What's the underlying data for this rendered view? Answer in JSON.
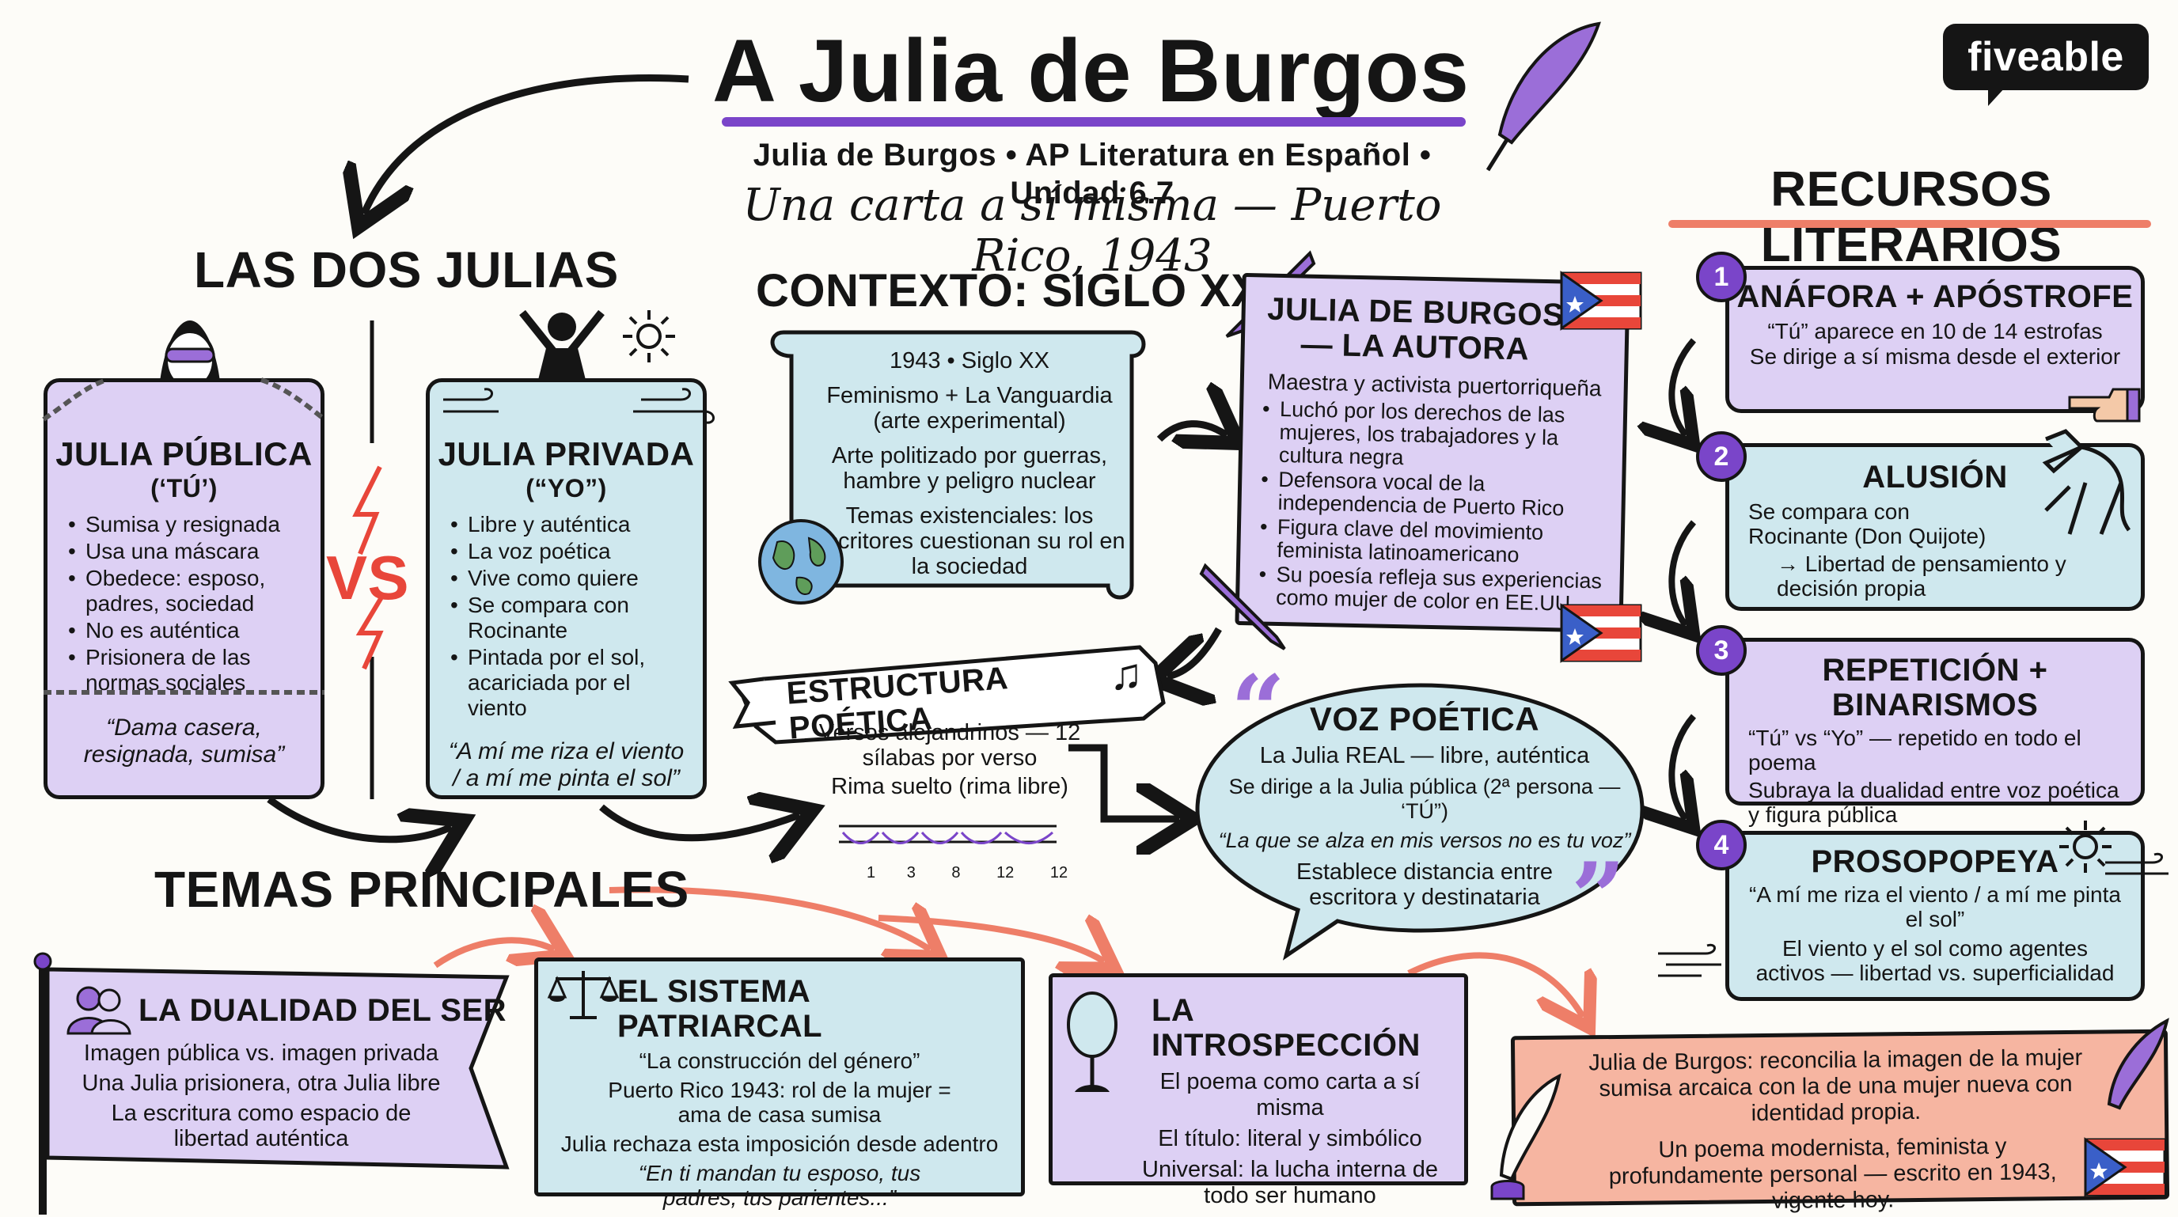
{
  "header": {
    "title": "A Julia de Burgos",
    "subtitle": "Julia de Burgos • AP Literatura en Español • Unidad 6.7",
    "tagline": "Una carta a sí misma — Puerto Rico, 1943",
    "brand": "fiveable"
  },
  "dos_julias": {
    "title": "LAS DOS JULIAS",
    "vs": "VS",
    "publica": {
      "title": "JULIA PÚBLICA",
      "pronoun": "(‘TÚ’)",
      "items": [
        "Sumisa y resignada",
        "Usa una máscara",
        "Obedece: esposo, padres, sociedad",
        "No es auténtica",
        "Prisionera de las normas sociales"
      ],
      "quote": "“Dama casera, resignada, sumisa”"
    },
    "privada": {
      "title": "JULIA PRIVADA",
      "pronoun": "(“YO”)",
      "items": [
        "Libre y auténtica",
        "La voz poética",
        "Vive como quiere",
        "Se compara con Rocinante",
        "Pintada por el sol, acariciada por el viento"
      ],
      "quote": "“A mí me riza el viento / a mí me pinta el sol”"
    }
  },
  "contexto": {
    "title": "CONTEXTO: SIGLO XX",
    "lines": [
      "1943 • Siglo XX",
      "Feminismo + La Vanguardia (arte experimental)",
      "Arte politizado por guerras, hambre y peligro nuclear",
      "Temas existenciales: los escritores cuestionan su rol en la sociedad"
    ]
  },
  "autora": {
    "title": "JULIA DE BURGOS — LA AUTORA",
    "intro": "Maestra y activista puertorriqueña",
    "items": [
      "Luchó por los derechos de las mujeres, los trabajadores y la cultura negra",
      "Defensora vocal de la independencia de Puerto Rico",
      "Figura clave del movimiento feminista latinoamericano",
      "Su poesía refleja sus experiencias como mujer de color en EE.UU."
    ]
  },
  "estructura": {
    "title": "ESTRUCTURA POÉTICA",
    "lines": [
      "Versos alejandrinos — 12 sílabas por verso",
      "Rima suelto (rima libre)"
    ],
    "meter_numbers": [
      "1",
      "3",
      "8",
      "12",
      "12"
    ]
  },
  "voz": {
    "title": "VOZ POÉTICA",
    "line1": "La Julia REAL — libre, auténtica",
    "line2": "Se dirige a la Julia pública (2ª persona — ‘TÚ”)",
    "quote": "“La que se alza en mis versos no es tu voz”",
    "line3": "Establece distancia entre escritora y destinataria"
  },
  "recursos": {
    "title": "RECURSOS LITERARIOS",
    "items": [
      {
        "num": "1",
        "title": "ANÁFORA + APÓSTROFE",
        "lines": [
          "“Tú” aparece en 10 de 14 estrofas",
          "Se dirige a sí misma desde el exterior"
        ]
      },
      {
        "num": "2",
        "title": "ALUSIÓN",
        "lines": [
          "Se compara con Rocinante (Don Quijote)",
          "→ Libertad de pensamiento y decisión propia"
        ]
      },
      {
        "num": "3",
        "title": "REPETICIÓN + BINARISMOS",
        "lines": [
          "“Tú” vs “Yo” — repetido en todo el poema",
          "Subraya la dualidad entre voz poética y figura pública"
        ]
      },
      {
        "num": "4",
        "title": "PROSOPOPEYA",
        "lines": [
          "“A mí me riza el viento / a mí me pinta el sol”",
          "El viento y el sol como agentes activos — libertad vs. superficialidad"
        ]
      }
    ]
  },
  "temas": {
    "title": "TEMAS PRINCIPALES",
    "items": [
      {
        "title": "LA DUALIDAD DEL SER",
        "lines": [
          "Imagen pública vs. imagen privada",
          "Una Julia prisionera, otra Julia libre",
          "La escritura como espacio de libertad auténtica"
        ],
        "quote": ""
      },
      {
        "title": "EL SISTEMA PATRIARCAL",
        "lines": [
          "“La construcción del género”",
          "Puerto Rico 1943: rol de la mujer = ama de casa sumisa",
          "Julia rechaza esta imposición desde adentro"
        ],
        "quote": "“En ti mandan tu esposo, tus padres, tus parientes...”"
      },
      {
        "title": "LA INTROSPECCIÓN",
        "lines": [
          "El poema como carta a sí misma",
          "El título: literal y simbólico",
          "Universal: la lucha interna de todo ser humano"
        ],
        "quote": ""
      }
    ]
  },
  "conclusion": {
    "line1": "Julia de Burgos: reconcilia la imagen de la mujer sumisa arcaica con la de una mujer nueva con identidad propia.",
    "line2": "Un poema modernista, feminista y profundamente personal — escrito en 1943, vigente hoy."
  },
  "colors": {
    "purple": "#7a45c9",
    "lavender": "#ddd0f4",
    "blue": "#cfe8ee",
    "salmon": "#f6b5a1",
    "red": "#e8463a"
  }
}
